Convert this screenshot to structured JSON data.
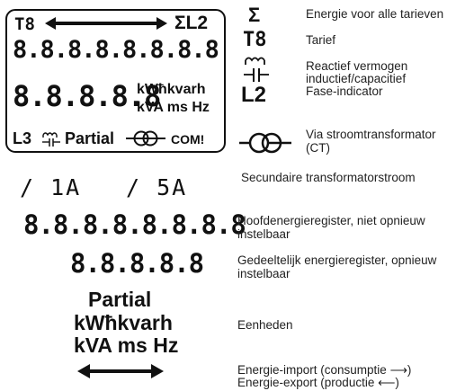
{
  "lcd": {
    "tariff_symbol": "T8",
    "sigma_l2": "ΣL2",
    "digits_row1": "8.8.8.8.8.8.8.8",
    "digits_row2": "8.8.8.8.8",
    "units_line1": "kWħkvarh",
    "units_line2": "kVA ms Hz",
    "l3_label": "L3",
    "partial_label": "Partial",
    "com_label": "COM!"
  },
  "lower": {
    "ct_left": "/ 1A",
    "ct_right": "/ 5A",
    "digits_row1": "8.8.8.8.8.8.8.8",
    "digits_row2": "8.8.8.8.8",
    "partial_label": "Partial",
    "units_line1": "kWħkvarh",
    "units_line2": "kVA ms Hz"
  },
  "legend": {
    "sigma_symbol": "Σ",
    "sigma_desc": "Energie voor alle tarieven",
    "tariff_symbol": "T8",
    "tariff_desc": "Tarief",
    "reactive_desc_1": "Reactief vermogen",
    "reactive_desc_2": "inductief/capacitief",
    "phase_symbol": "L2",
    "phase_desc": "Fase-indicator",
    "ct_desc_1": "Via stroomtransformator",
    "ct_desc_2": "(CT)",
    "secondary_desc": "Secundaire transformatorstroom",
    "main_reg_1": "Hoofdenergieregister, niet opnieuw",
    "main_reg_2": "instelbaar",
    "partial_reg_1": "Gedeeltelijk energieregister, opnieuw",
    "partial_reg_2": "instelbaar",
    "units_desc": "Eenheden",
    "import_desc": "Energie-import (consumptie ⟶)",
    "export_desc": "Energie-export (productie ⟵)"
  }
}
